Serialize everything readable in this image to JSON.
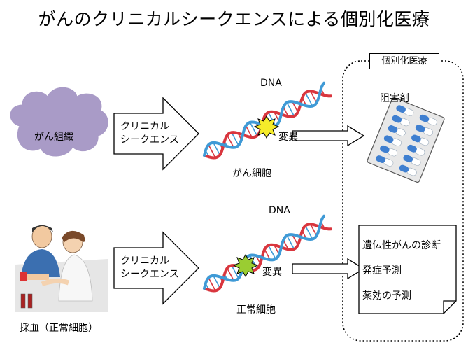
{
  "title": "がんのクリニカルシークエンスによる個別化医療",
  "top_row": {
    "cloud_label": "がん組織",
    "arrow_label_line1": "クリニカル",
    "arrow_label_line2": "シークエンス",
    "dna_label": "DNA",
    "mutation_label": "変異",
    "cell_label": "がん細胞"
  },
  "bottom_row": {
    "photo_caption": "採血（正常細胞）",
    "arrow_label_line1": "クリニカル",
    "arrow_label_line2": "シークエンス",
    "dna_label": "DNA",
    "mutation_label": "変異",
    "cell_label": "正常細胞"
  },
  "panel": {
    "title": "個別化医療",
    "inhibitor_label": "阻害剤",
    "document_items": [
      "遺伝性がんの診断",
      "発症予測",
      "薬効の予測"
    ]
  },
  "colors": {
    "cloud": "#a99bc7",
    "dna_red": "#d9363e",
    "dna_blue": "#3f9ad6",
    "burst_top": "#f5ec2a",
    "burst_bottom": "#9acd32"
  }
}
